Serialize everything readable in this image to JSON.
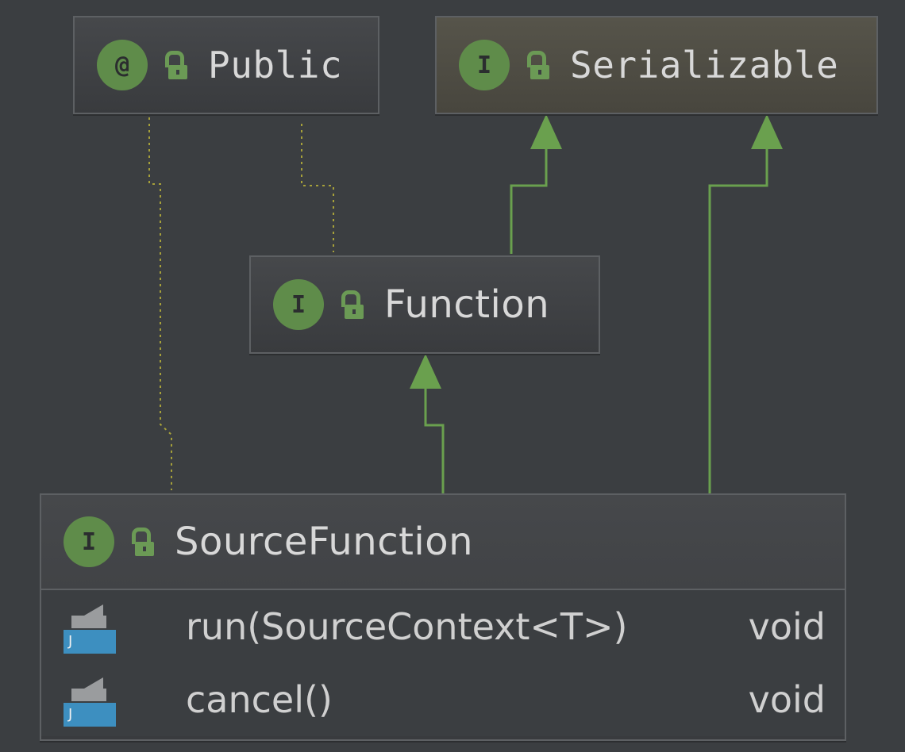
{
  "nodes": {
    "public": {
      "badge": "@",
      "title": "Public"
    },
    "serializable": {
      "badge": "I",
      "title": "Serializable"
    },
    "function": {
      "badge": "I",
      "title": "Function"
    },
    "source_function": {
      "badge": "I",
      "title": "SourceFunction",
      "members": [
        {
          "icon_label": "J",
          "name": "run(SourceContext<T>)",
          "type": "void"
        },
        {
          "icon_label": "J",
          "name": "cancel()",
          "type": "void"
        }
      ]
    }
  },
  "colors": {
    "background": "#3b3e41",
    "node_border": "#5d6063",
    "badge": "#5f8c4a",
    "inheritance_arrow": "#6aa04e",
    "annotation_dotted": "#a6a03a",
    "method_icon_blue": "#3d8fc0"
  },
  "edges": [
    {
      "from": "function",
      "to": "serializable",
      "kind": "extends"
    },
    {
      "from": "source_function",
      "to": "function",
      "kind": "extends"
    },
    {
      "from": "source_function",
      "to": "serializable",
      "kind": "extends"
    },
    {
      "from": "source_function",
      "to": "public",
      "kind": "annotated"
    },
    {
      "from": "function",
      "to": "public",
      "kind": "annotated"
    }
  ]
}
